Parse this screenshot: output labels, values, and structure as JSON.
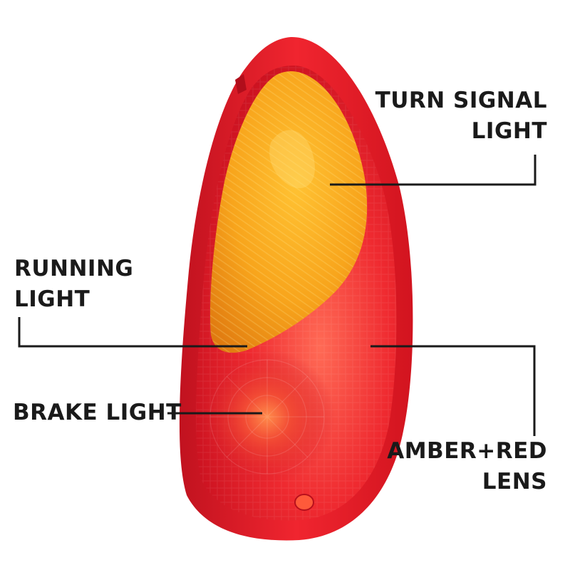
{
  "labels": {
    "turn_signal": [
      "TURN SIGNAL",
      "LIGHT"
    ],
    "running": [
      "RUNNING",
      "LIGHT"
    ],
    "brake": [
      "BRAKE LIGHT"
    ],
    "lens": [
      "AMBER+RED",
      "LENS"
    ]
  },
  "colors": {
    "housing_red": "#e8202c",
    "lens_amber": "#f7a21b",
    "leader_line": "#1a1a1a",
    "label_text": "#1a1a1a"
  }
}
